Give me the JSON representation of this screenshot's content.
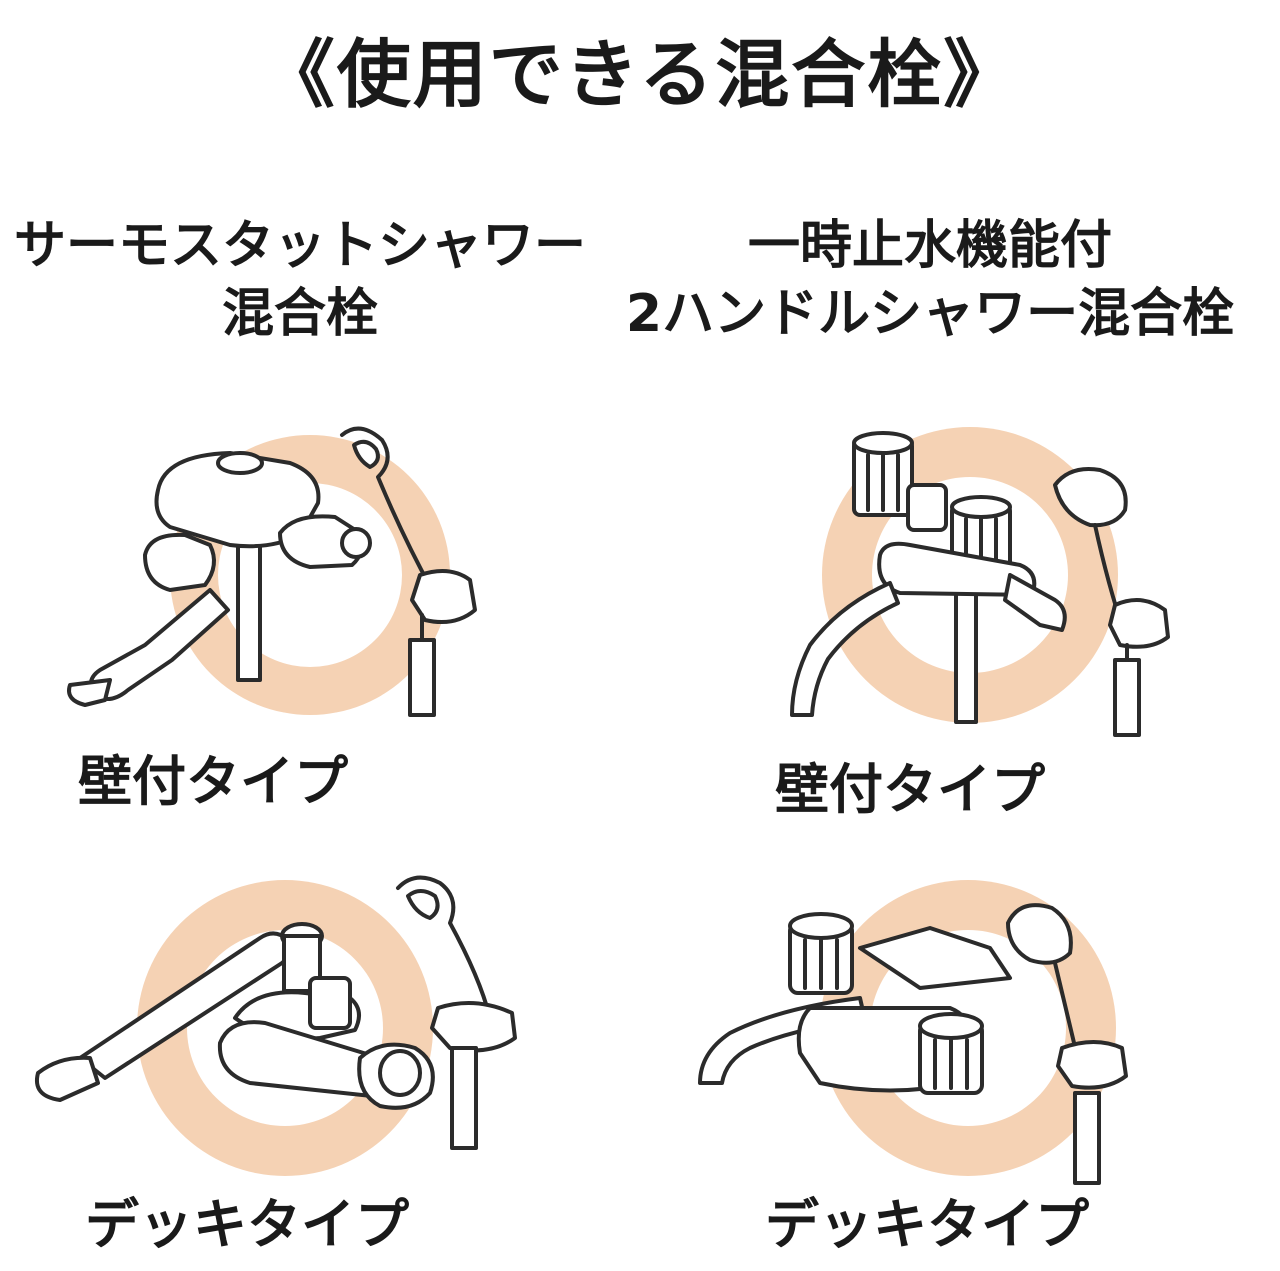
{
  "title": "《使用できる混合栓》",
  "colors": {
    "accent_circle": "#f5d2b4",
    "line": "#2b2b2b",
    "fill": "#ffffff"
  },
  "columns": [
    {
      "heading_lines": [
        "サーモスタットシャワー",
        "混合栓"
      ],
      "items": [
        {
          "label": "壁付タイプ",
          "icon": "thermostat-wall-faucet-icon"
        },
        {
          "label": "デッキタイプ",
          "icon": "thermostat-deck-faucet-icon"
        }
      ]
    },
    {
      "heading_lines": [
        "一時止水機能付",
        "2ハンドルシャワー混合栓"
      ],
      "items": [
        {
          "label": "壁付タイプ",
          "icon": "two-handle-wall-faucet-icon"
        },
        {
          "label": "デッキタイプ",
          "icon": "two-handle-deck-faucet-icon"
        }
      ]
    }
  ]
}
